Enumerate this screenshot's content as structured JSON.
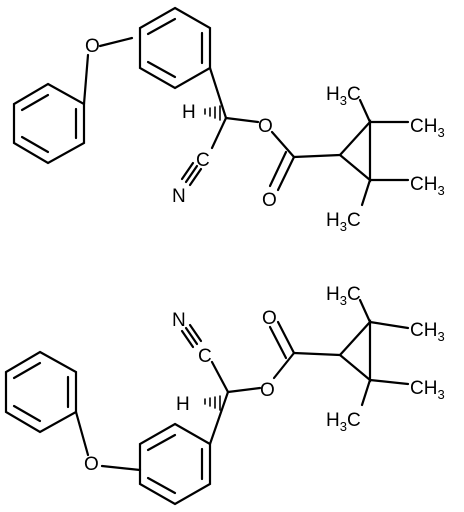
{
  "structures": [
    {
      "labels": {
        "ether_o": "O",
        "h": "H",
        "c_nitrile": "C",
        "n": "N",
        "ester_o": "O",
        "carbonyl_o": "O",
        "me1": "H3C",
        "me2": "CH3",
        "me3": "CH3",
        "me4": "H3C"
      }
    },
    {
      "labels": {
        "ether_o": "O",
        "h": "H",
        "c_nitrile": "C",
        "n": "N",
        "ester_o": "O",
        "carbonyl_o": "O",
        "me1": "H3C",
        "me2": "CH3",
        "me3": "CH3",
        "me4": "H3C"
      }
    }
  ]
}
